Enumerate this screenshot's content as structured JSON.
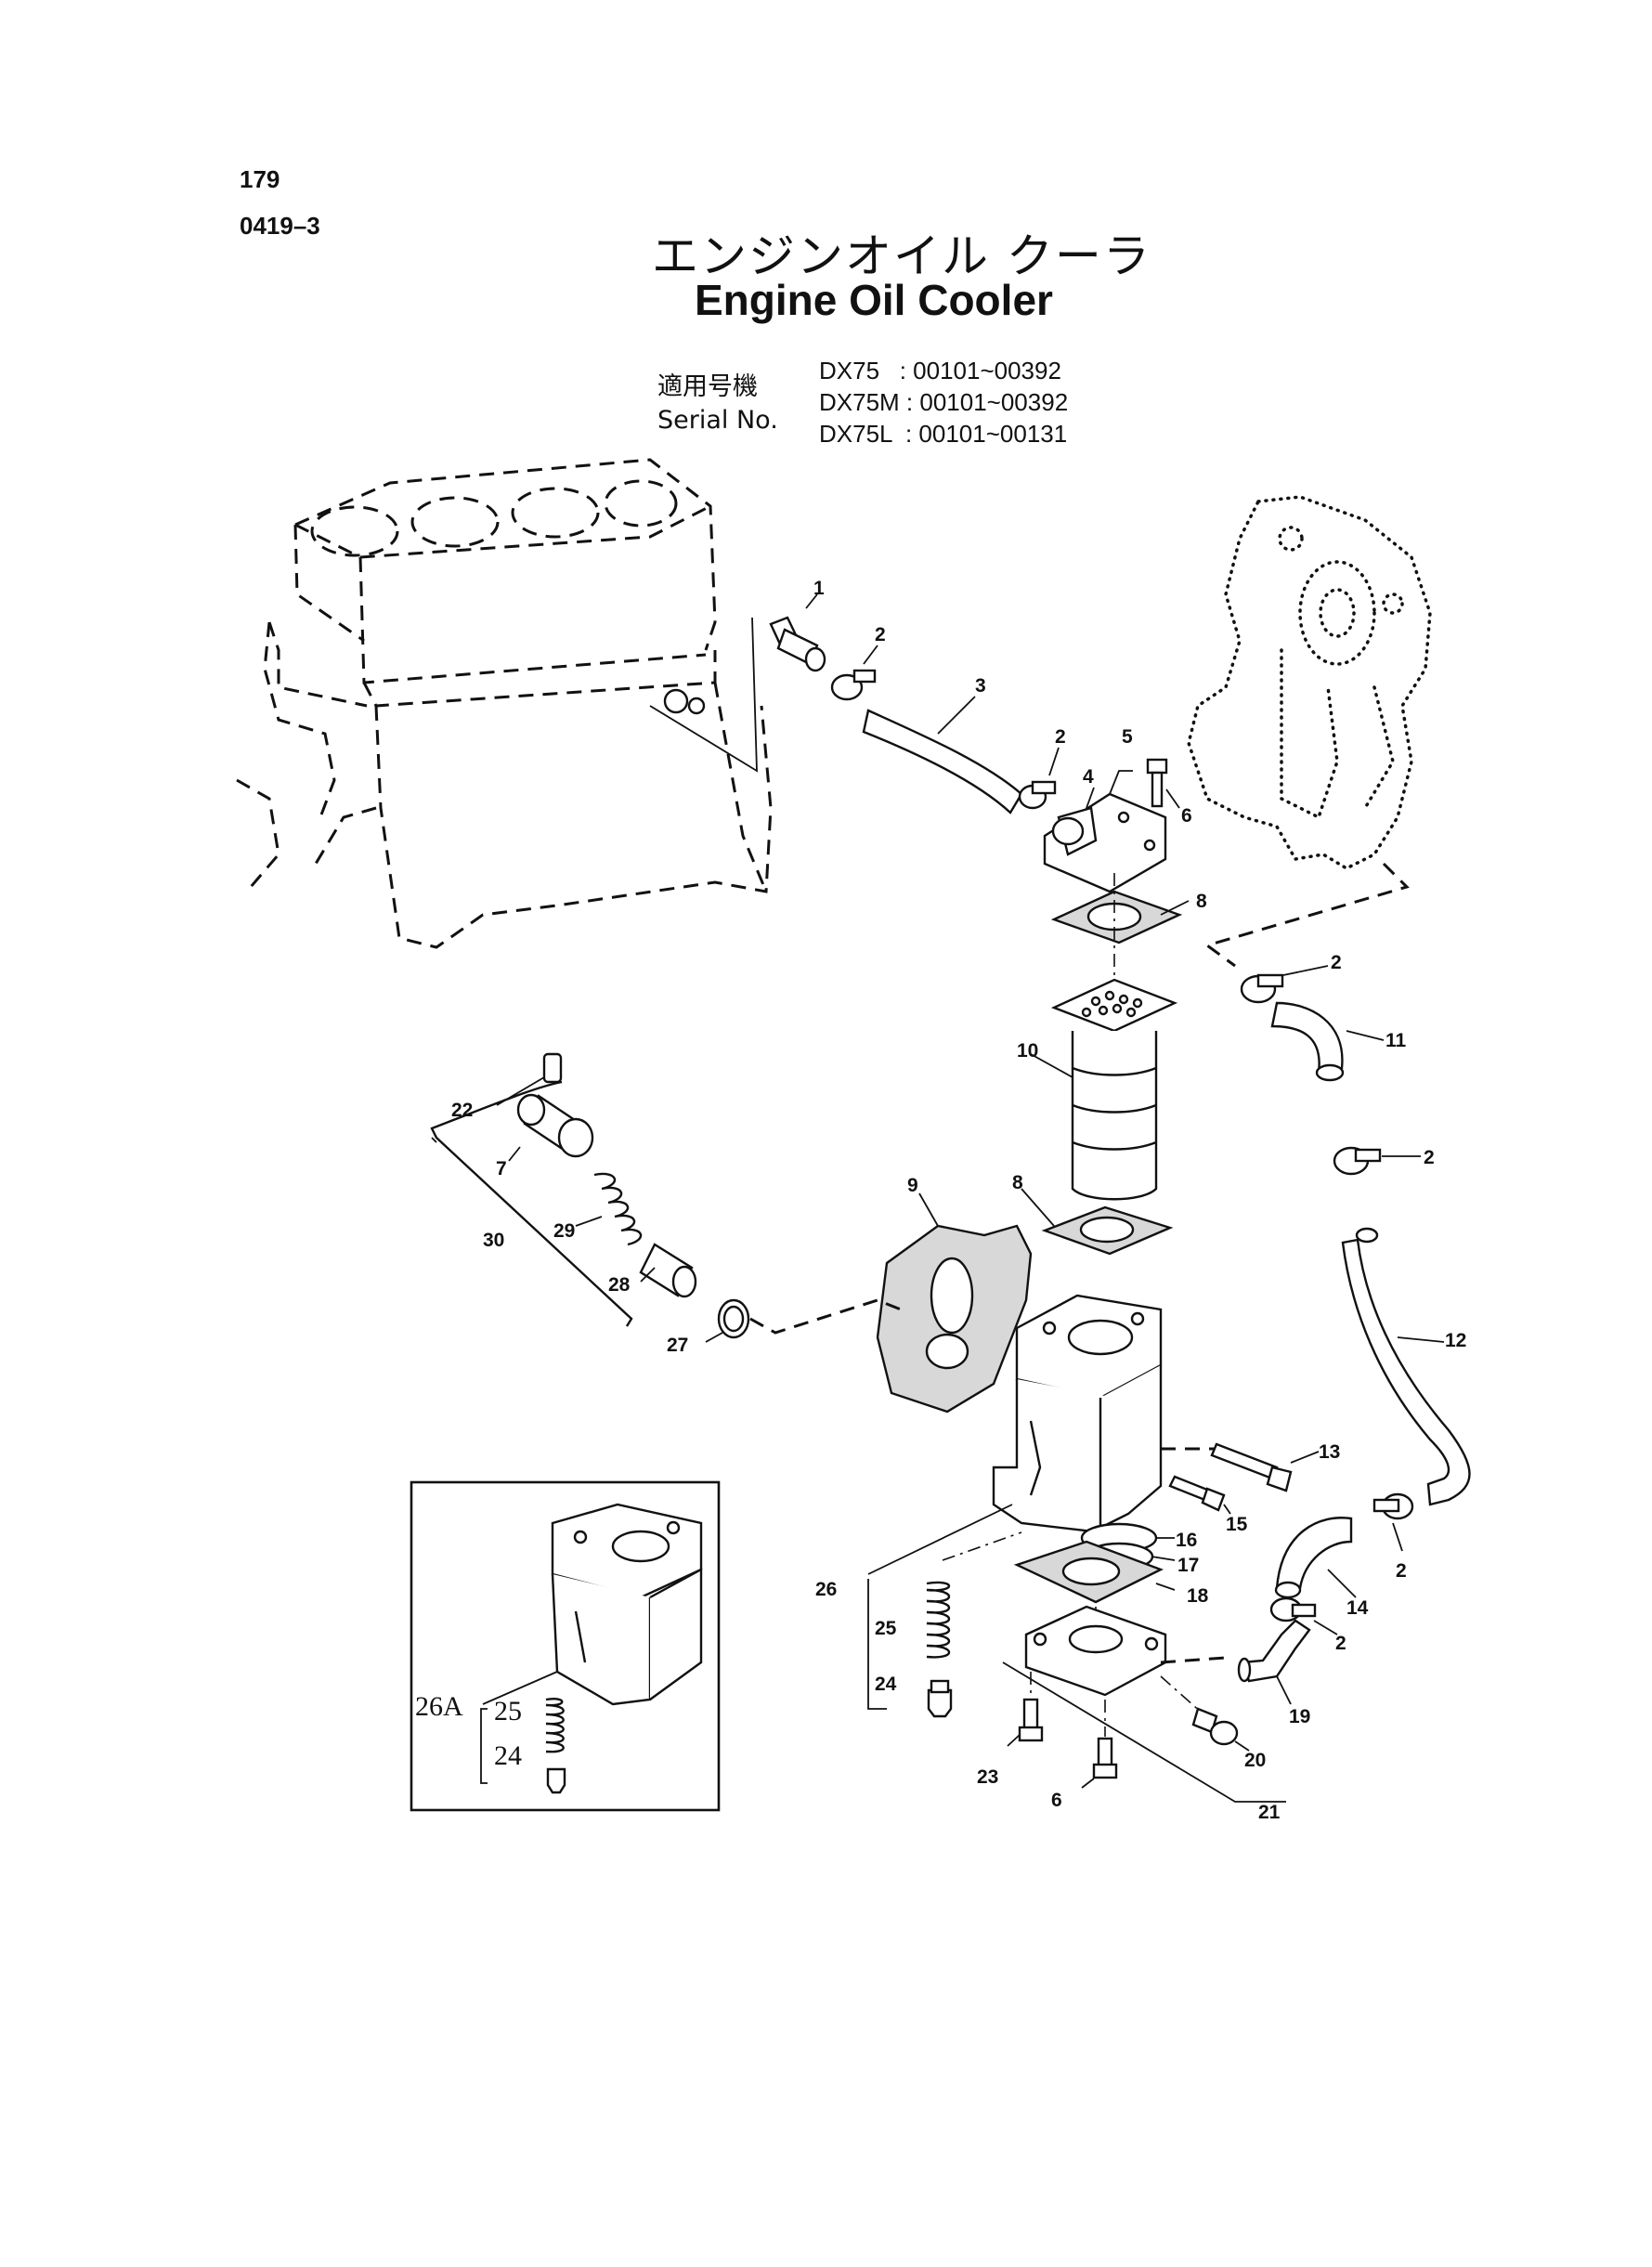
{
  "header": {
    "page_number": "179",
    "section_code": "0419–3",
    "title_jp": "エンジンオイル クーラ",
    "title_en": "Engine Oil Cooler"
  },
  "serial": {
    "label_jp": "適用号機",
    "label_en": "Serial No.",
    "rows": [
      "DX75   : 00101~00392",
      "DX75M : 00101~00392",
      "DX75L  : 00101~00131"
    ]
  },
  "callouts": {
    "c1": "1",
    "c2a": "2",
    "c3": "3",
    "c2b": "2",
    "c5": "5",
    "c4": "4",
    "c6a": "6",
    "c8a": "8",
    "c2c": "2",
    "c11": "11",
    "c10": "10",
    "c2d": "2",
    "c22": "22",
    "c7": "7",
    "c29": "29",
    "c30": "30",
    "c28": "28",
    "c27": "27",
    "c9": "9",
    "c8b": "8",
    "c12": "12",
    "c13": "13",
    "c15": "15",
    "c16": "16",
    "c17": "17",
    "c18": "18",
    "c26": "26",
    "c25": "25",
    "c24": "24",
    "c14": "14",
    "c2e": "2",
    "c2f": "2",
    "c19": "19",
    "c20": "20",
    "c23": "23",
    "c6b": "6",
    "c21": "21",
    "inset_26a": "26A",
    "inset_25": "25",
    "inset_24": "24"
  }
}
